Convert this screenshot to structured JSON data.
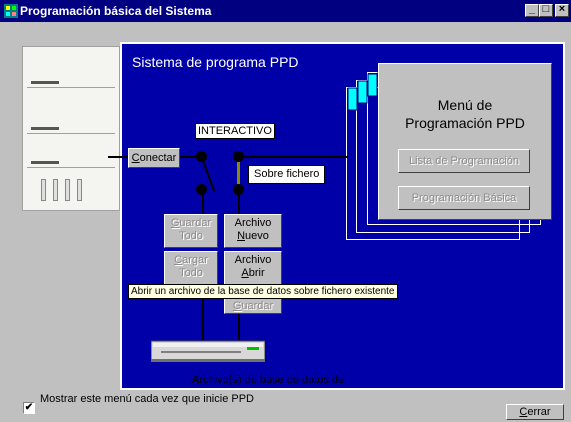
{
  "window": {
    "title": "Programación básica del Sistema",
    "icon": "app-grid-icon",
    "controls": {
      "minimize": "_",
      "maximize": "□",
      "close": "×"
    }
  },
  "panel": {
    "title": "Sistema de programa PPD"
  },
  "connect_button": {
    "pre": "",
    "accel": "C",
    "post": "onectar"
  },
  "interactive_label": "INTERACTIVO",
  "file_label": "Sobre fichero",
  "left_buttons": {
    "save_all": {
      "line1": "Guardar",
      "line2": "Todo",
      "accel": "G"
    },
    "load_all": {
      "line1": "Cargar",
      "line2": "Todo",
      "accel": "C"
    }
  },
  "right_buttons": {
    "new_file": {
      "line1": "Archivo",
      "line2_accel": "N",
      "line2_rest": "uevo"
    },
    "open_file": {
      "line1": "Archivo",
      "line2_accel": "A",
      "line2_rest": "brir"
    },
    "save": {
      "accel": "G",
      "rest": "uardar"
    }
  },
  "tooltip": "Abrir un archivo de la base de datos sobre fichero existente",
  "menu": {
    "title_line1": "Menú de",
    "title_line2": "Programación PPD",
    "buttons": [
      "Lista de Programación",
      "Programación Básica"
    ]
  },
  "database_label": "Archivo(s) de base de datos de",
  "footer": {
    "checkbox_checked": true,
    "checkbox_label": "Mostrar este menú cada vez que inicie PPD",
    "close_accel": "C",
    "close_rest": "errar"
  },
  "colors": {
    "title_bar": "#000080",
    "panel_bg": "#0000a8",
    "window_bg": "#c0c0c0",
    "tooltip_bg": "#ffffe1",
    "link_line": "#8b8b00"
  }
}
